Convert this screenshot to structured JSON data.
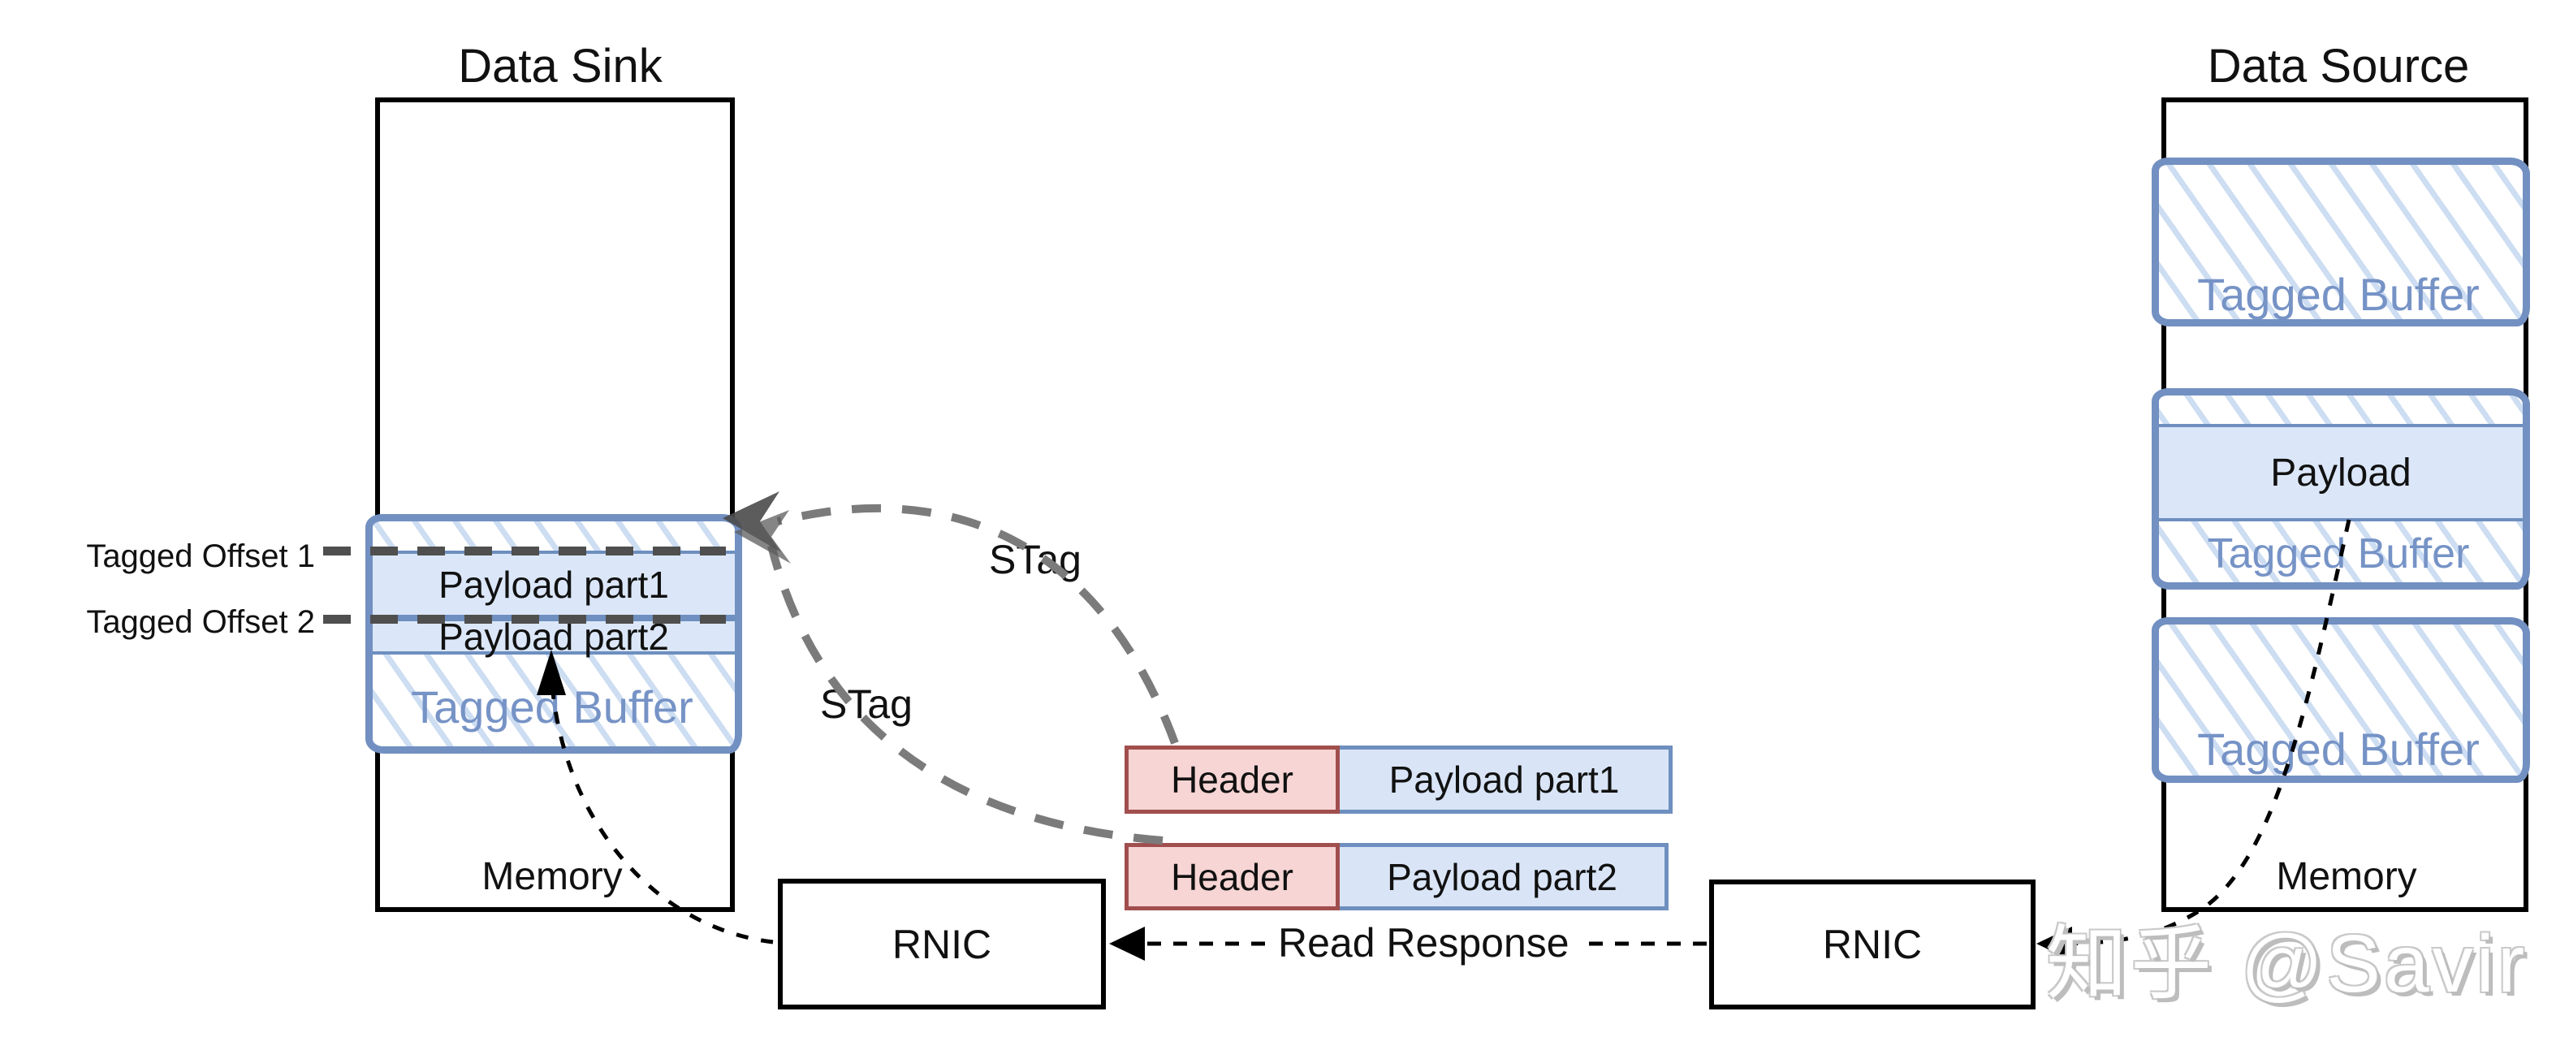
{
  "sink": {
    "title": "Data Sink",
    "memory_label": "Memory",
    "rnic_label": "RNIC",
    "buffer_label": "Tagged Buffer",
    "payload_part1": "Payload part1",
    "payload_part2": "Payload part2",
    "offset1_label": "Tagged Offset 1",
    "offset2_label": "Tagged Offset 2"
  },
  "source": {
    "title": "Data Source",
    "memory_label": "Memory",
    "rnic_label": "RNIC",
    "buffer_top_label": "Tagged Buffer",
    "payload_label": "Payload",
    "buffer_middle_label": "Tagged Buffer",
    "buffer_bottom_label": "Tagged Buffer"
  },
  "packets": [
    {
      "header": "Header",
      "payload": "Payload part1"
    },
    {
      "header": "Header",
      "payload": "Payload part2"
    }
  ],
  "annotations": {
    "stag_upper": "STag",
    "stag_lower": "STag",
    "read_response": "Read Response"
  },
  "watermark": "知乎 @Savir",
  "colors": {
    "buffer_border": "#7290c1",
    "buffer_fill": "#dbe7f8",
    "buffer_text": "#7693c6",
    "hatch_line": "#cdddf2",
    "header_fill": "#f6d5d4",
    "header_border": "#a14e4e",
    "payload_fill": "#d9e5f7",
    "payload_border": "#6e8fbf",
    "stag_arrow_gray": "#7b7b7b",
    "offset_line_gray": "#4f4f4f",
    "watermark_gray": "#bdbdbd"
  }
}
